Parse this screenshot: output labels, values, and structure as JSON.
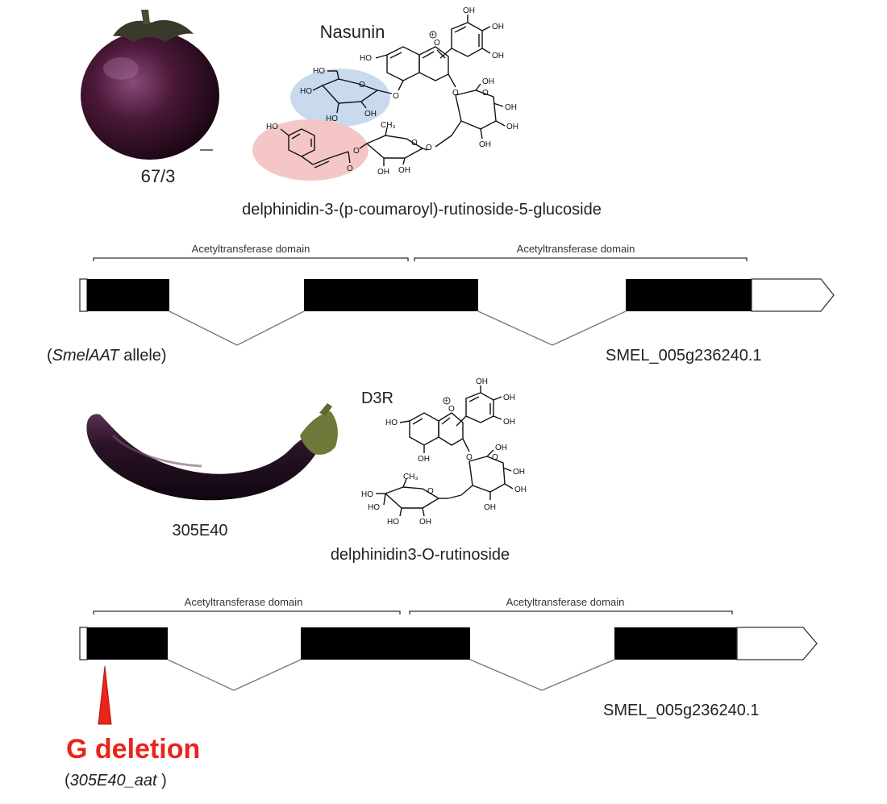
{
  "top": {
    "fruit_label": "67/3",
    "compound_name": "Nasunin",
    "compound_full_name": "delphinidin-3-(p-coumaroyl)-rutinoside-5-glucoside",
    "domain_label_1": "Acetyltransferase domain",
    "domain_label_2": "Acetyltransferase domain",
    "allele_paren_open": "(",
    "allele_italic": "SmelAAT",
    "allele_rest": " allele)",
    "gene_id": "SMEL_005g236240.1",
    "fruit_color": "#4a1838"
  },
  "bottom": {
    "fruit_label": "305E40",
    "compound_name": "D3R",
    "compound_full_name": "delphinidin3-O-rutinoside",
    "domain_label_1": "Acetyltransferase domain",
    "domain_label_2": "Acetyltransferase domain",
    "gene_id": "SMEL_005g236240.1",
    "mutation_label": "G deletion",
    "allele_paren_open": "(",
    "allele_italic": "305E40_aat",
    "allele_paren_close": " )",
    "mutation_color": "#e8251c",
    "fruit_color": "#2a1428"
  },
  "structure_labels": {
    "oh": "OH",
    "ho": "HO",
    "o": "O",
    "ch3": "CH₃",
    "plus": "+"
  },
  "highlight_colors": {
    "glucoside": "#c9d9ee",
    "coumaroyl": "#f4c6c6"
  }
}
